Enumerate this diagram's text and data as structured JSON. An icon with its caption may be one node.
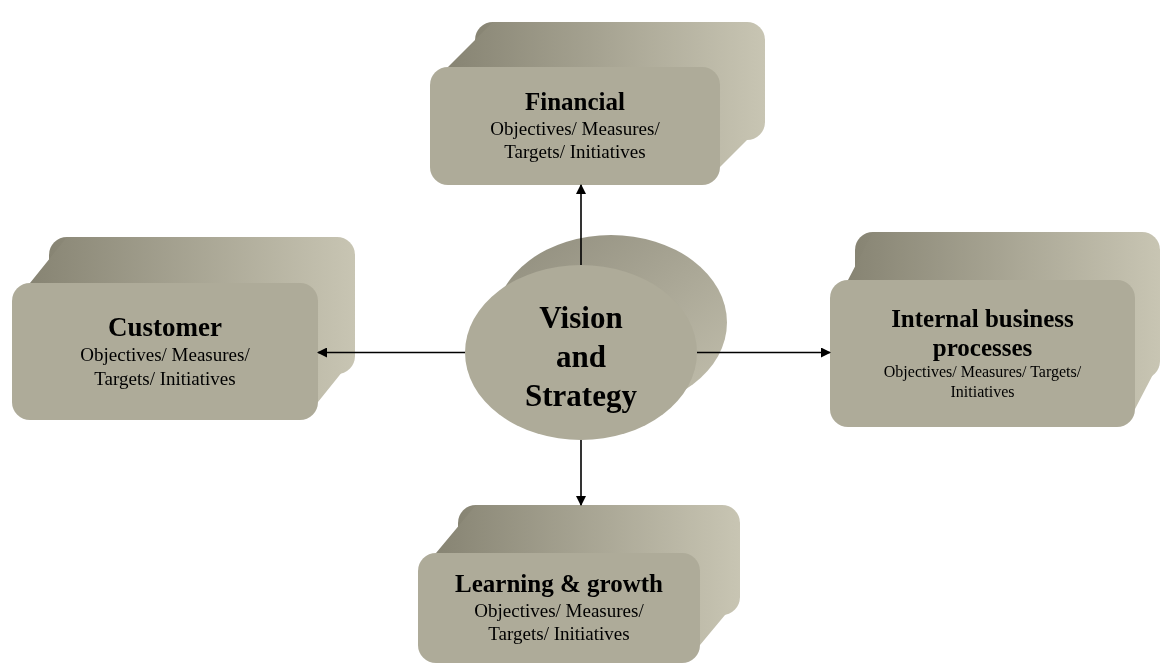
{
  "diagram": {
    "nodes": [
      {
        "text": [
          "Vision and Strategy"
        ]
      },
      {
        "text": [
          "Financial",
          "Objectives/ Measures/ Targets/ Initiatives"
        ]
      },
      {
        "text": [
          "Customer",
          "Objectives/ Measures/ Targets/ Initiatives"
        ]
      },
      {
        "text": [
          "Internal business processes",
          "Objectives/ Measures/ Targets/ Initiatives"
        ]
      },
      {
        "text": [
          "Learning & growth",
          "Objectives/ Measures/ Targets/ Initiatives"
        ]
      }
    ],
    "edges": [
      {
        "from": 0,
        "to": 1,
        "arrow": "to"
      },
      {
        "from": 0,
        "to": 2,
        "arrow": "to"
      },
      {
        "from": 0,
        "to": 3,
        "arrow": "to"
      },
      {
        "from": 0,
        "to": 4,
        "arrow": "to"
      }
    ]
  }
}
